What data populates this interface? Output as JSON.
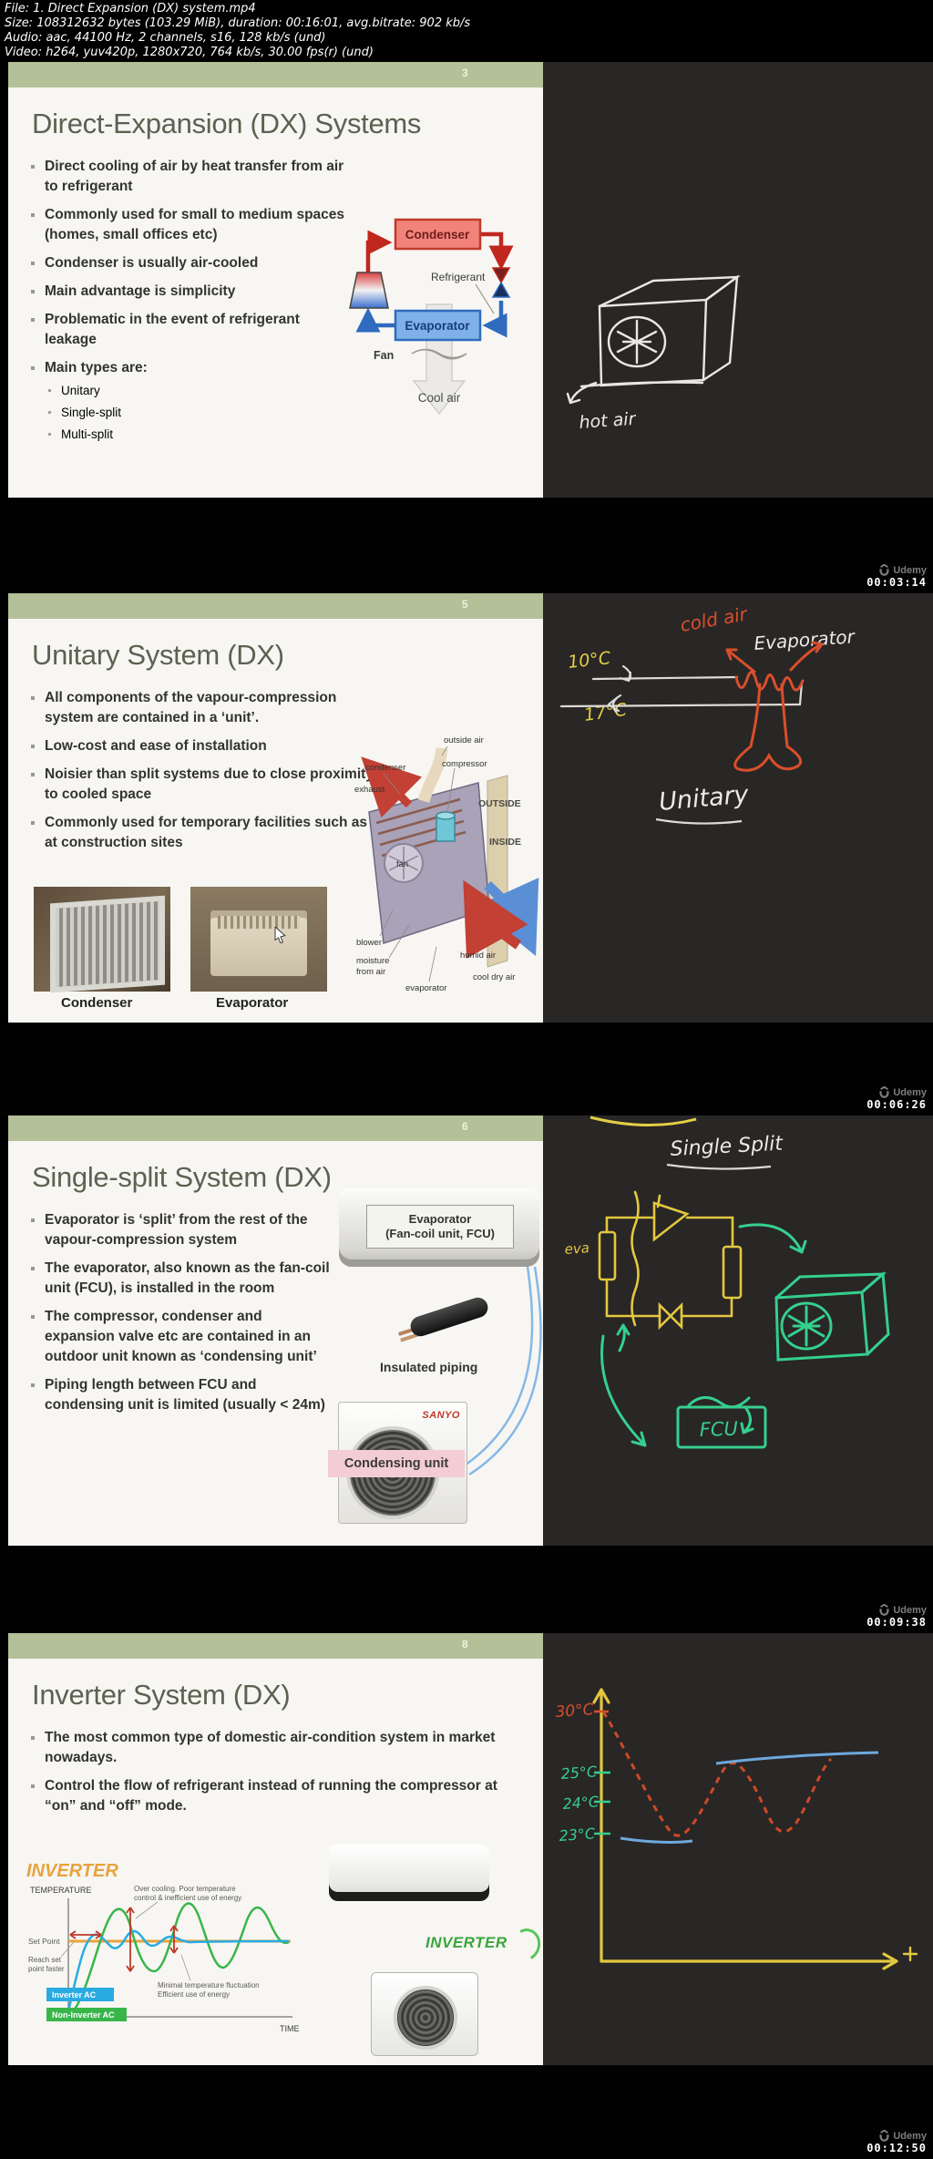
{
  "header": {
    "file": "File: 1. Direct Expansion (DX) system.mp4",
    "size": "Size: 108312632 bytes (103.29 MiB), duration: 00:16:01, avg.bitrate: 902 kb/s",
    "audio": "Audio: aac, 44100 Hz, 2 channels, s16, 128 kb/s (und)",
    "video": "Video: h264, yuv420p, 1280x720, 764 kb/s, 30.00 fps(r) (und)"
  },
  "watermark": {
    "brand": "Udemy"
  },
  "frames": [
    {
      "timestamp": "00:03:14",
      "page": "3",
      "slide": {
        "title": "Direct-Expansion (DX) Systems",
        "bullets": [
          "Direct cooling of air by heat transfer from air to refrigerant",
          "Commonly used for small to medium spaces (homes, small offices etc)",
          "Condenser is usually air-cooled",
          "Main advantage is simplicity",
          "Problematic in the event of refrigerant leakage",
          "Main types are:"
        ],
        "sub_bullets": [
          "Unitary",
          "Single-split",
          "Multi-split"
        ],
        "diagram": {
          "condenser": "Condenser",
          "refrigerant": "Refrigerant",
          "evaporator": "Evaporator",
          "fan": "Fan",
          "cool_air": "Cool air"
        }
      },
      "canvas": {
        "hot_air": "hot air"
      }
    },
    {
      "timestamp": "00:06:26",
      "page": "5",
      "slide": {
        "title": "Unitary System (DX)",
        "bullets": [
          "All components of the vapour-compression system are contained in a ‘unit’.",
          "Low-cost and ease of installation",
          "Noisier than split systems due to close proximity to cooled space",
          "Commonly used for temporary facilities such as at construction sites"
        ],
        "captions": [
          "Condenser",
          "Evaporator"
        ],
        "diagram": {
          "condenser": "condenser",
          "outside_air": "outside air",
          "exhaust": "exhaust",
          "compressor": "compressor",
          "outside": "OUTSIDE",
          "inside": "INSIDE",
          "fan": "fan",
          "blower": "blower",
          "moisture_1": "moisture",
          "moisture_2": "from air",
          "evaporator": "evaporator",
          "humid_air": "humid air",
          "cool_dry_air": "cool dry air"
        }
      },
      "canvas": {
        "cold_air": "cold air",
        "evaporator": "Evaporator",
        "inlet_temp": "10°C",
        "outlet_temp": "17°C",
        "label": "Unitary"
      }
    },
    {
      "timestamp": "00:09:38",
      "page": "6",
      "slide": {
        "title": "Single-split System (DX)",
        "bullets": [
          "Evaporator is ‘split’ from the rest of the vapour-compression system",
          "The evaporator, also known as the fan-coil unit (FCU), is installed in the room",
          "The compressor, condenser and expansion valve etc are contained in an outdoor unit known as ‘condensing unit’",
          "Piping length between FCU and condensing unit is limited (usually < 24m)"
        ],
        "labels": {
          "evaporator_1": "Evaporator",
          "evaporator_2": "(Fan-coil unit, FCU)",
          "piping": "Insulated piping",
          "brand": "SANYO",
          "condensing": "Condensing unit"
        }
      },
      "canvas": {
        "title": "Single Split",
        "eva": "eva",
        "fcu": "FCU"
      }
    },
    {
      "timestamp": "00:12:50",
      "page": "8",
      "slide": {
        "title": "Inverter System (DX)",
        "bullets": [
          "The most common type of domestic air-condition system in market nowadays.",
          "Control the flow of refrigerant instead of running the compressor at “on” and “off” mode."
        ],
        "graph": {
          "brand": "INVERTER",
          "y_axis": "TEMPERATURE",
          "x_axis": "TIME",
          "set_point": "Set Point",
          "reach_1": "Reach set",
          "reach_2": "point faster",
          "over_1": "Over cooling. Poor temperature",
          "over_2": "control & inefficient use of energy",
          "minimal_1": "Minimal temperature fluctuation",
          "minimal_2": "Efficient use of energy",
          "legend_inverter": "Inverter AC",
          "legend_non": "Non-Inverter AC"
        },
        "unit_logo": "INVERTER"
      },
      "canvas": {
        "t30": "30°C",
        "t25": "25°C",
        "t24": "24°C",
        "t23": "23°C"
      }
    }
  ]
}
